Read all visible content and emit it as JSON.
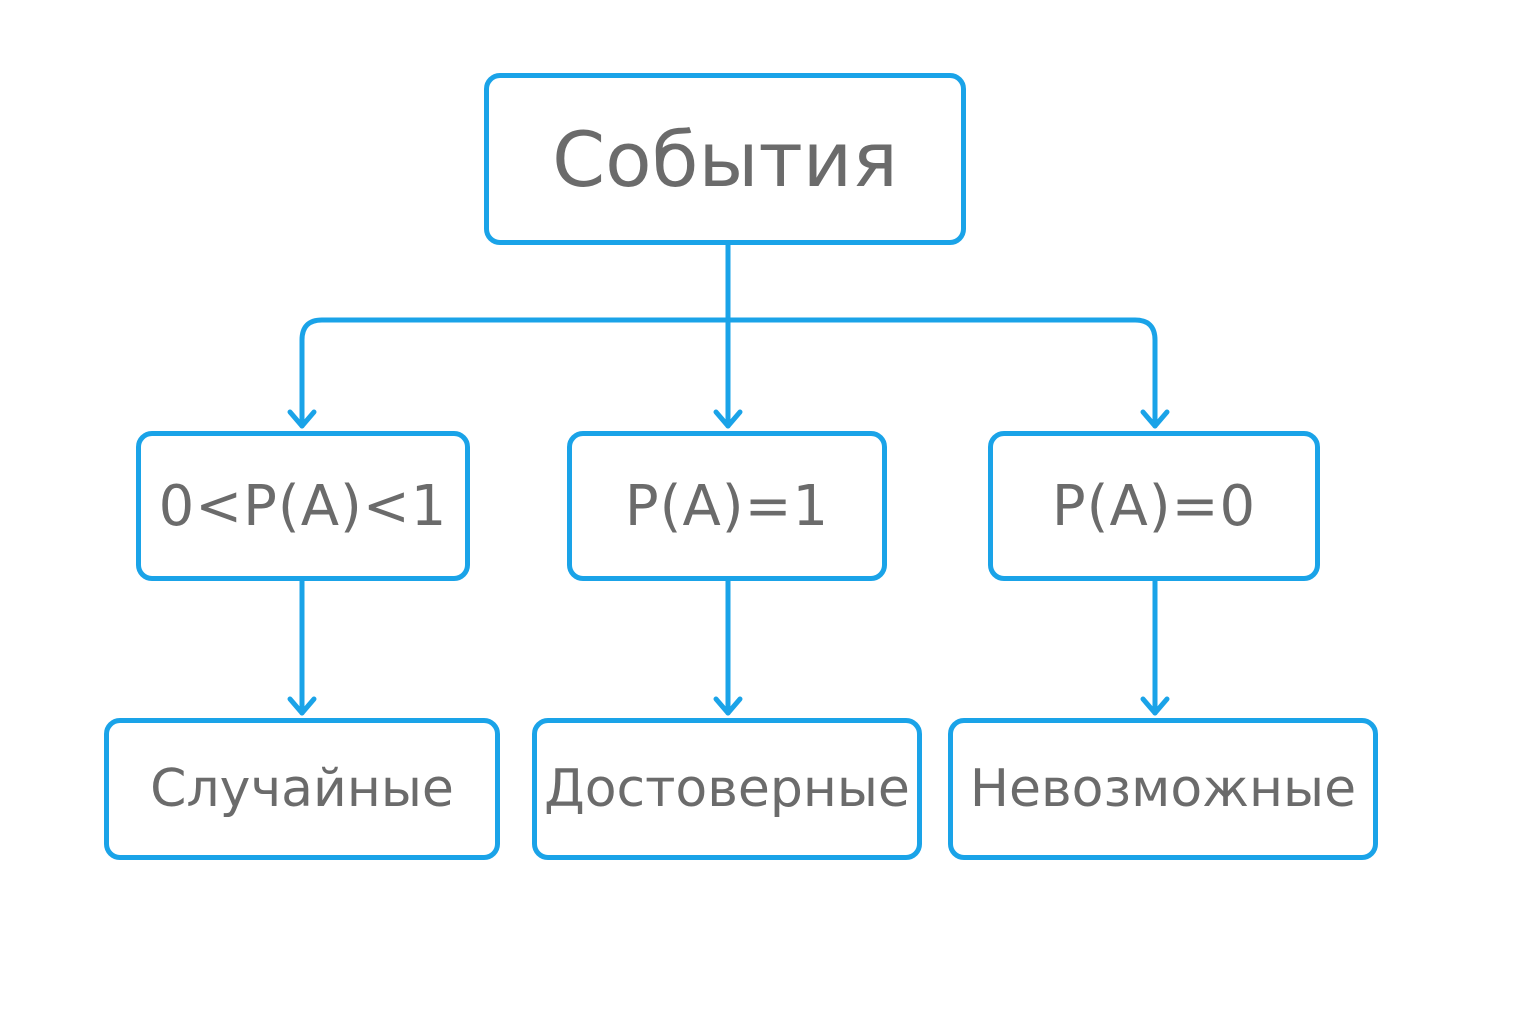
{
  "root": {
    "label": "События"
  },
  "conditions": [
    {
      "label": "0<P(A)<1"
    },
    {
      "label": "P(A)=1"
    },
    {
      "label": "P(A)=0"
    }
  ],
  "event_types": [
    {
      "label": "Случайные"
    },
    {
      "label": "Достоверные"
    },
    {
      "label": "Невозможные"
    }
  ],
  "colors": {
    "accent": "#1aa3e8",
    "text": "#6b6b6b",
    "background": "#ffffff"
  }
}
